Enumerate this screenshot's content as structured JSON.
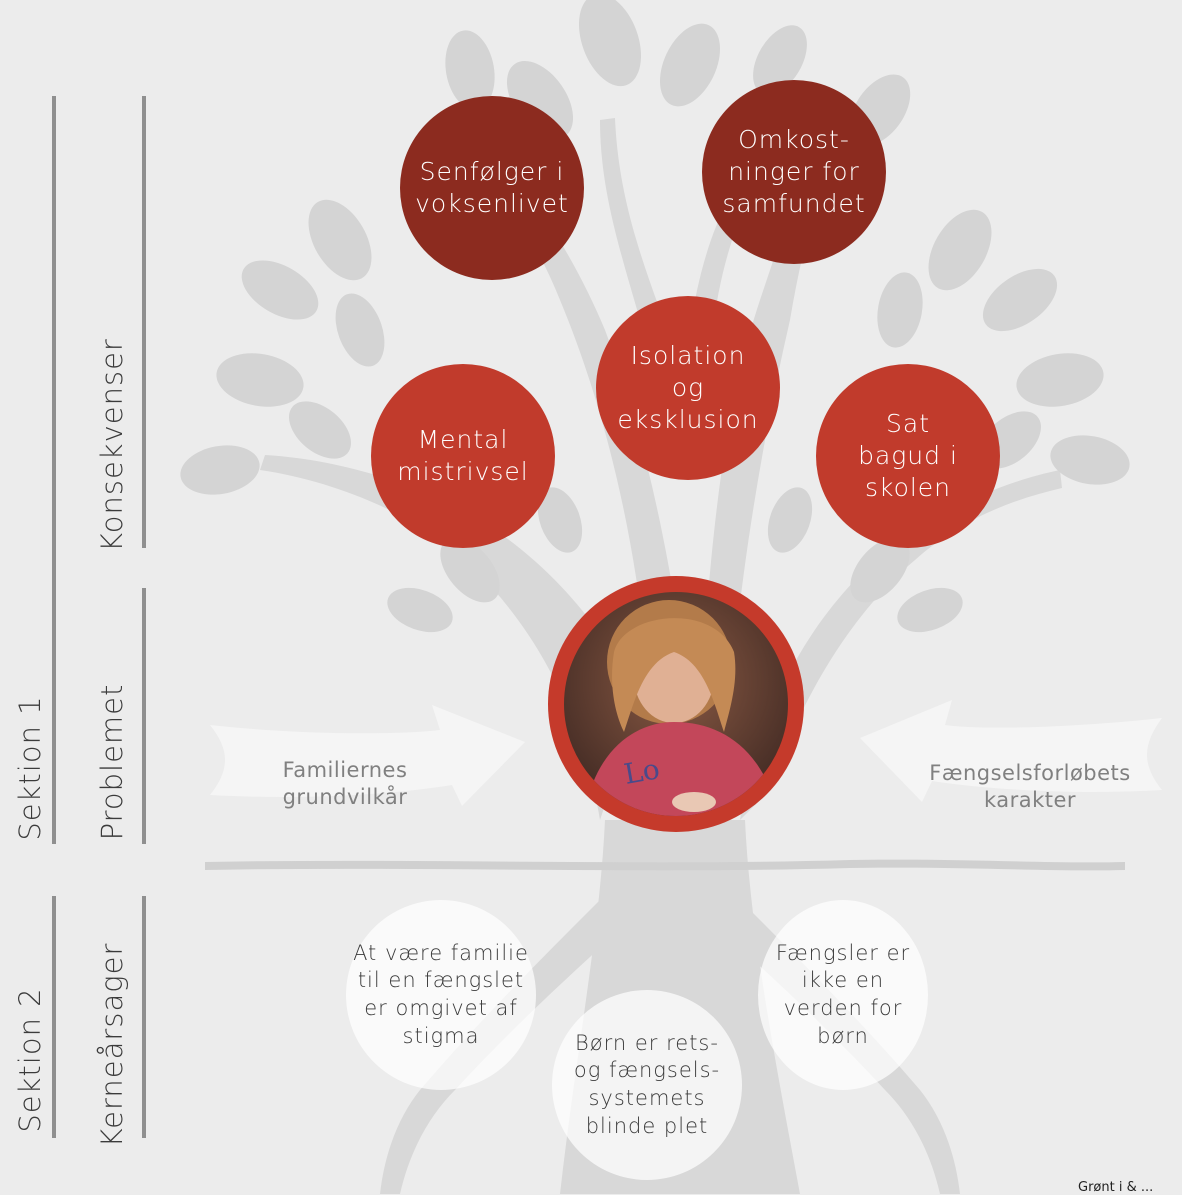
{
  "colors": {
    "background": "#ececec",
    "tree": "#d6d6d6",
    "consequence_dark": "#8c2b1f",
    "consequence_red": "#c13b2c",
    "bar": "#8f8f8f"
  },
  "side_labels": {
    "section1": "Sektion 1",
    "section2": "Sektion 2",
    "consequences": "Konsekvenser",
    "problem": "Problemet",
    "root_causes": "Kerneårsager"
  },
  "consequences": {
    "late_effects": "Senfølger i\nvoksenlivet",
    "costs": "Omkost-\nninger for\nsamfundet",
    "isolation": "Isolation\nog\neksklusion",
    "mental": "Mental\nmistrivsel",
    "school": "Sat\nbagud i\nskolen"
  },
  "problem": {
    "photo_alt": "child-photo",
    "left_arrow": "Familiernes\ngrundvilkår",
    "right_arrow": "Fængselsforløbets\nkarakter"
  },
  "root_causes": {
    "stigma": "At være familie\ntil en fængslet\ner omgivet af\nstigma",
    "blind_spot": "Børn er rets-\nog fængsels-\nsystemets\nblinde plet",
    "prisons": "Fængsler er\nikke en\nverden for\nbørn"
  },
  "credit": "Grønt i & ..."
}
